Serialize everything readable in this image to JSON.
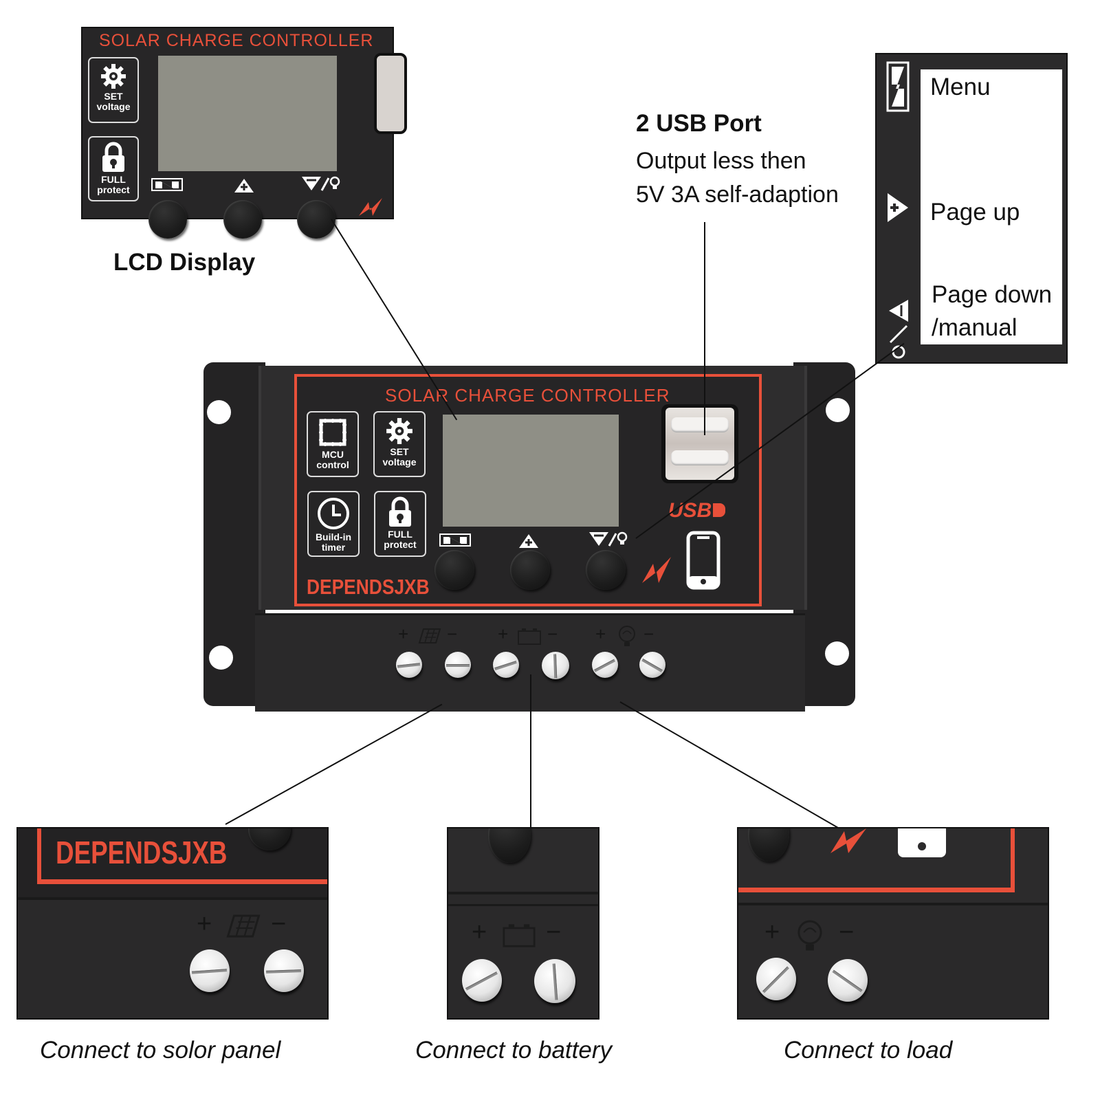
{
  "product": {
    "title": "SOLAR CHARGE CONTROLLER",
    "brand": "DEPENDSJXB",
    "usb_logo": "USB",
    "accent_color": "#e8503a",
    "body_color": "#2b2a2b",
    "lcd_color": "#8f8f86"
  },
  "feature_icons": [
    {
      "icon": "chip-icon",
      "line1": "MCU",
      "line2": "control"
    },
    {
      "icon": "gear-icon",
      "line1": "SET",
      "line2": "voltage"
    },
    {
      "icon": "clock-icon",
      "line1": "Build-in",
      "line2": "timer"
    },
    {
      "icon": "lock-icon",
      "line1": "FULL",
      "line2": "protect"
    }
  ],
  "buttons": [
    {
      "name": "menu",
      "symbol": "menu-icon"
    },
    {
      "name": "page-up",
      "symbol": "triangle-plus-icon"
    },
    {
      "name": "page-down-manual",
      "symbol": "triangle-minus-bulb-icon"
    }
  ],
  "terminals": [
    {
      "group": "solar-panel",
      "plus": "+",
      "minus": "−"
    },
    {
      "group": "battery",
      "plus": "+",
      "minus": "−"
    },
    {
      "group": "load",
      "plus": "+",
      "minus": "−"
    }
  ],
  "callouts": {
    "lcd": "LCD Display",
    "usb_title": "2 USB Port",
    "usb_line1": "Output less then",
    "usb_line2": "5V 3A self-adaption"
  },
  "legend": {
    "menu": "Menu",
    "page_up": "Page up",
    "page_down_line1": "Page down",
    "page_down_line2": "/manual"
  },
  "captions": {
    "solar": "Connect to solor panel",
    "battery": "Connect to battery",
    "load": "Connect to load"
  }
}
